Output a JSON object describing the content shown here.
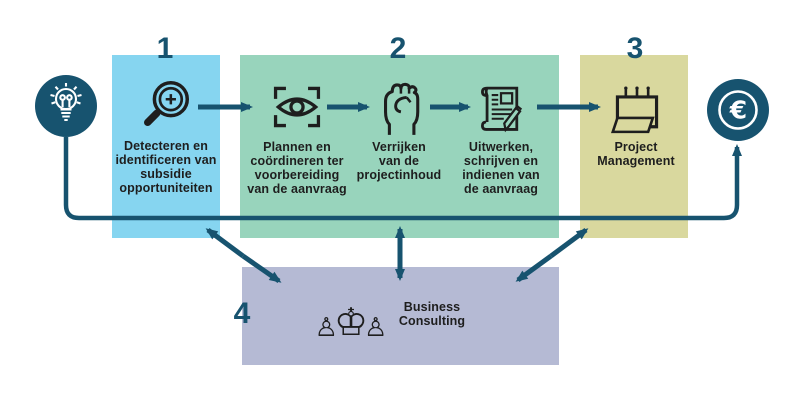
{
  "palette": {
    "accent_teal": "#17536F",
    "step1_bg": "#86D5F0",
    "step2_bg": "#98D4BC",
    "step3_bg": "#D9D89E",
    "step4_bg": "#B5BAD4",
    "icon_ink": "#1E1E1E"
  },
  "start": {
    "icon": "lightbulb-icon"
  },
  "end": {
    "icon": "euro-coin-icon",
    "symbol": "€"
  },
  "steps": [
    {
      "number": "1",
      "label": "Detecteren en\nidentificeren van\nsubsidie\nopportuniteiten",
      "icon": "magnifier-plus-icon"
    },
    {
      "number": "2",
      "substeps": [
        {
          "label": "Plannen en\ncoördineren ter\nvoorbereiding\nvan de aanvraag",
          "icon": "eye-focus-icon"
        },
        {
          "label": "Verrijken\nvan de\nprojectinhoud",
          "icon": "raised-fist-icon"
        },
        {
          "label": "Uitwerken,\nschrijven en\nindienen van\nde aanvraag",
          "icon": "document-pen-icon"
        }
      ]
    },
    {
      "number": "3",
      "label": "Project\nManagement",
      "icon": "calendar-icon"
    },
    {
      "number": "4",
      "label": "Business\nConsulting",
      "icon": "chess-pieces-icon",
      "chess_glyphs": {
        "pawn_left": "♙",
        "king": "♔",
        "pawn_right": "♙"
      }
    }
  ]
}
